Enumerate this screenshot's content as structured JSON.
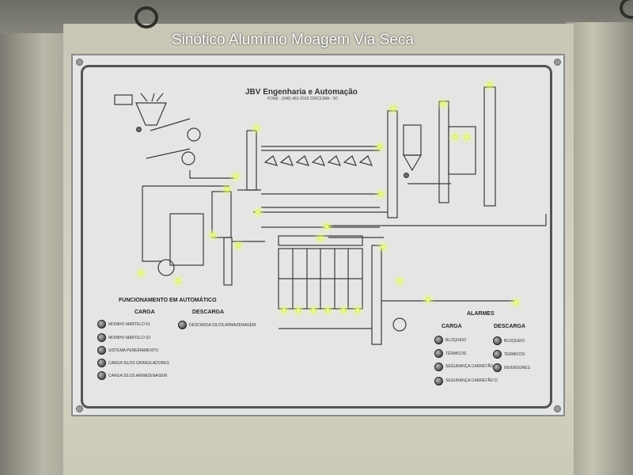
{
  "photo_title": "Sinótico Alumínio Moagem Via Seca",
  "company": {
    "name": "JBV Engenharia e Automação",
    "contact": "FONE : (048) 462-2018    CRICIÚMA - SC"
  },
  "automatic": {
    "heading": "FUNCIONAMENTO EM AUTOMÁTICO",
    "carga_heading": "CARGA",
    "descarga_heading": "DESCARGA",
    "carga_items": [
      "MOINHO MARTELO 01",
      "MOINHO MARTELO 02",
      "SISTEMA PENEIRAMENTO",
      "CARGA SILOS GRANULADORES",
      "CARGA SILOS ARMAZENAGEM"
    ],
    "descarga_items": [
      "DESCARGA SILOS ARMAZENAGEM"
    ]
  },
  "alarms": {
    "heading": "ALARMES",
    "carga_heading": "CARGA",
    "descarga_heading": "DESCARGA",
    "carga_items": [
      "BLOQUEIO",
      "TÉRMICOS",
      "SEGURANÇA CARRETÃO E.",
      "SEGURANÇA CARRETÃO D."
    ],
    "descarga_items": [
      "BLOQUEIO",
      "TÉRMICOS",
      "INVERSORES"
    ]
  },
  "colors": {
    "panel": "#e4e6e5",
    "line": "#3a3a3a",
    "led_on": "#e6ff78",
    "cabinet": "#d5d3c3"
  }
}
